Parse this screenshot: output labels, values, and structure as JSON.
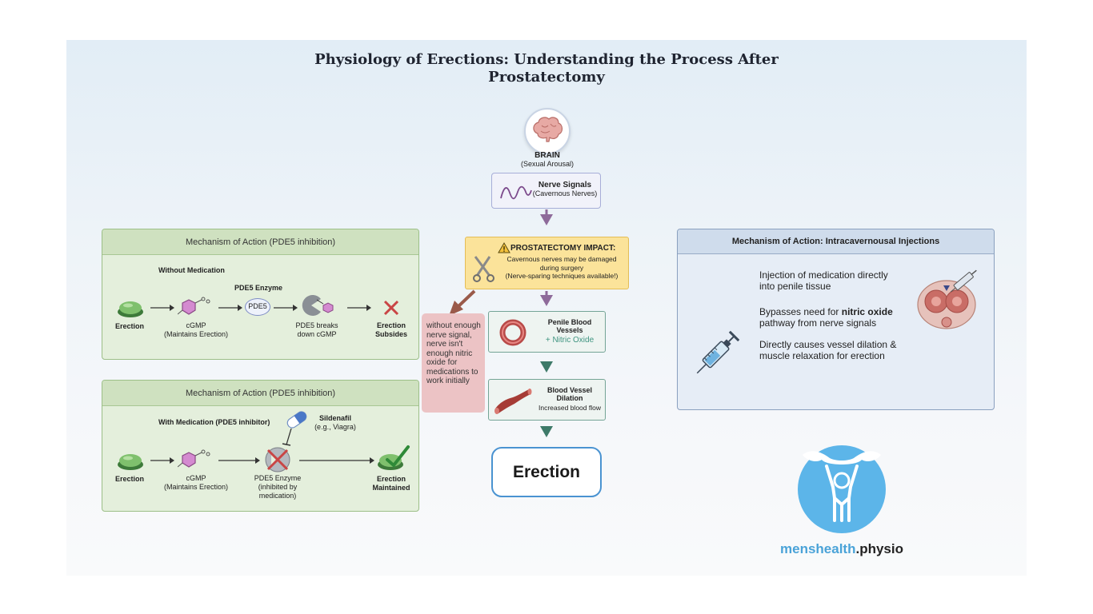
{
  "title": "Physiology of Erections: Understanding the Process After Prostatectomy",
  "center_flow": {
    "brain": {
      "label": "BRAIN",
      "sub": "(Sexual Arousal)"
    },
    "nerve_signals": {
      "label": "Nerve Signals",
      "sub": "(Cavernous Nerves)"
    },
    "prostatectomy": {
      "heading": "PROSTATECTOMY IMPACT:",
      "line1": "Cavernous nerves may be damaged",
      "line2": "during surgery",
      "line3": "(Nerve-sparing techniques available!)"
    },
    "side_note": "without enough nerve signal, nerve isn't enough nitric oxide for medications to work initially",
    "penile_vessels": {
      "label": "Penile Blood Vessels",
      "sub": "+ Nitric Oxide"
    },
    "dilation": {
      "label": "Blood Vessel Dilation",
      "sub": "Increased blood flow"
    },
    "erection": "Erection"
  },
  "panel_without": {
    "header": "Mechanism of Action (PDE5 inhibition)",
    "subtitle": "Without Medication",
    "enzyme_label": "PDE5 Enzyme",
    "enzyme_tag": "PDE5",
    "erection": "Erection",
    "cgmp": "cGMP",
    "cgmp_sub": "(Maintains Erection)",
    "breaks": "PDE5 breaks down cGMP",
    "subsides": "Erection Subsides"
  },
  "panel_with": {
    "header": "Mechanism of Action (PDE5 inhibition)",
    "subtitle": "With Medication (PDE5 inhibitor)",
    "drug": "Sildenafil",
    "drug_sub": "(e.g., Viagra)",
    "erection": "Erection",
    "cgmp": "cGMP",
    "cgmp_sub": "(Maintains Erection)",
    "enzyme": "PDE5 Enzyme (inhibited by medication)",
    "maintained": "Erection Maintained"
  },
  "panel_injection": {
    "header": "Mechanism of Action: Intracavernousal Injections",
    "point1": "Injection of medication directly into penile tissue",
    "point2_pre": "Bypasses need for ",
    "point2_bold": "nitric oxide",
    "point2_post": " pathway from nerve signals",
    "point3": "Directly causes vessel dilation & muscle relaxation for erection"
  },
  "logo": {
    "part1": "menshealth",
    "part2": ".physio"
  },
  "colors": {
    "arrow_purple": "#8e6a9a",
    "arrow_teal": "#3e7a69",
    "arrow_brown": "#9a5a4a",
    "impact_yellow": "#fbe39a",
    "logo_blue": "#5cb5e9"
  }
}
